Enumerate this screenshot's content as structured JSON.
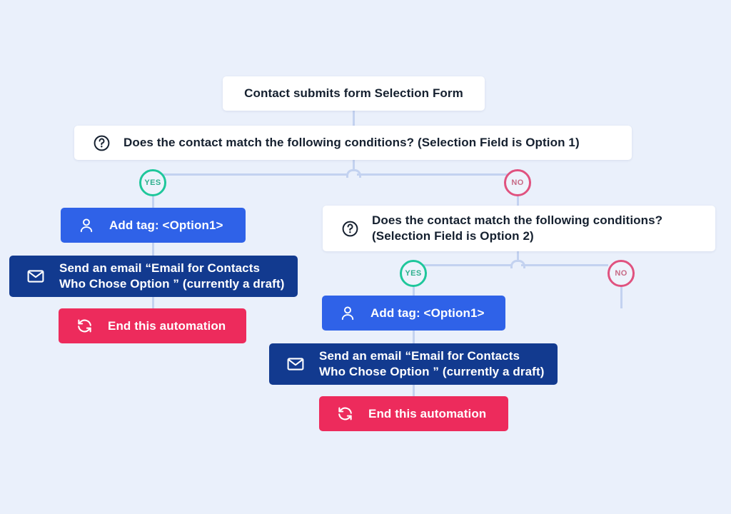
{
  "canvas": {
    "background_color": "#eaf0fb",
    "connector_color": "#c3d2f0"
  },
  "palette": {
    "card_bg": "#ffffff",
    "card_text": "#15202f",
    "blue": "#2f62e8",
    "navy": "#123a8f",
    "crimson": "#ed2b5c",
    "yes_green": "#1fc79b",
    "no_pink": "#e0527f"
  },
  "flow": {
    "trigger": {
      "label": "Contact submits form Selection Form",
      "type": "trigger"
    },
    "condition_1": {
      "label": "Does the contact match the following conditions? (Selection Field is Option 1)",
      "icon": "question-mark-icon",
      "yes_badge": "YES",
      "no_badge": "NO"
    },
    "branch_1_yes": [
      {
        "label": "Add tag: <Option1>",
        "icon": "contact-person-icon",
        "color": "blue"
      },
      {
        "label": "Send an email “Email for Contacts\nWho Chose Option ” (currently a draft)",
        "icon": "envelope-icon",
        "color": "navy"
      },
      {
        "label": "End this automation",
        "icon": "refresh-cycle-icon",
        "color": "crimson"
      }
    ],
    "condition_2": {
      "label": "Does the contact match the following conditions?\n(Selection Field is Option 2)",
      "icon": "question-mark-icon",
      "yes_badge": "YES",
      "no_badge": "NO"
    },
    "branch_2_yes": [
      {
        "label": "Add tag: <Option1>",
        "icon": "contact-person-icon",
        "color": "blue"
      },
      {
        "label": "Send an email “Email for Contacts\nWho Chose Option ” (currently a draft)",
        "icon": "envelope-icon",
        "color": "navy"
      },
      {
        "label": "End this automation",
        "icon": "refresh-cycle-icon",
        "color": "crimson"
      }
    ]
  }
}
